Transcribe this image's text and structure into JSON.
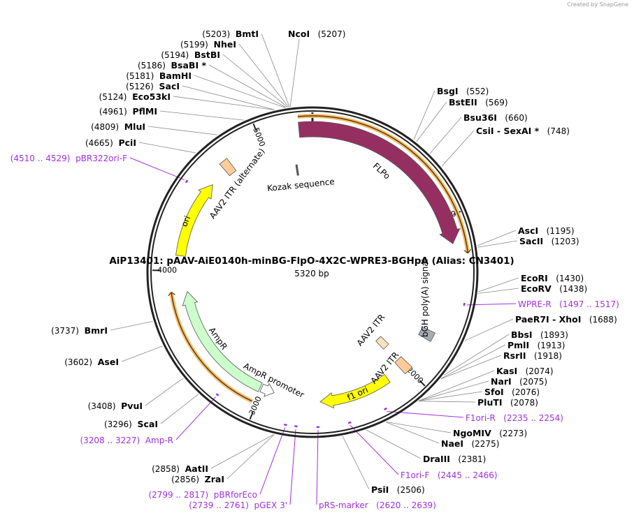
{
  "credit": "Created by SnapGene",
  "title": "AiP13401: pAAV-AiE0140h-minBG-FlpO-4X2C-WPRE3-BGHpA (Alias: CN3401)",
  "length_label": "5320 bp",
  "total_bp": 5320,
  "tick_labels": [
    "1000",
    "2000",
    "3000",
    "4000",
    "5000"
  ],
  "features": [
    {
      "name": "FLPo",
      "start": 5240,
      "end": 1160,
      "color": "#962f61",
      "dir": 1
    },
    {
      "name": "ori",
      "start": 4095,
      "end": 4600,
      "color": "#ffff00",
      "dir": 1
    },
    {
      "name": "AmpR",
      "start": 3020,
      "end": 3860,
      "color": "#ccffcc",
      "dir": 1
    },
    {
      "name": "AmpR promoter",
      "start": 2920,
      "end": 3010,
      "color": "#ffffff",
      "dir": -1
    },
    {
      "name": "f1 ori",
      "start": 2140,
      "end": 2610,
      "color": "#ffff00",
      "dir": 1
    },
    {
      "name": "AAV2 ITR",
      "start": 1975,
      "end": 2035,
      "color": "#ffcc99",
      "dir": 0
    },
    {
      "name": "AAV2 ITR",
      "start": 1970,
      "end": 2030,
      "color": "#ffe0c0",
      "dir": 0
    },
    {
      "name": "bGH poly(A) signal",
      "start": 1720,
      "end": 1780,
      "color": "#a6acb3",
      "dir": 0
    },
    {
      "name": "AAV2 ITR (alternate)",
      "start": 4720,
      "end": 4775,
      "color": "#ffcc99",
      "dir": 0
    },
    {
      "name": "Kozak sequence",
      "start": 5195,
      "end": 5205,
      "color": "#888888",
      "dir": 0
    }
  ],
  "enzymes_left": [
    {
      "name": "BmtI",
      "pos": "(5203)",
      "bp": 5203
    },
    {
      "name": "NheI",
      "pos": "(5199)",
      "bp": 5199
    },
    {
      "name": "BstBI",
      "pos": "(5194)",
      "bp": 5194
    },
    {
      "name": "BsaBI *",
      "pos": "(5186)",
      "bp": 5186
    },
    {
      "name": "BamHI",
      "pos": "(5181)",
      "bp": 5181
    },
    {
      "name": "SacI",
      "pos": "(5126)",
      "bp": 5126
    },
    {
      "name": "Eco53kI",
      "pos": "(5124)",
      "bp": 5124
    },
    {
      "name": "PflMI",
      "pos": "(4961)",
      "bp": 4961
    },
    {
      "name": "MluI",
      "pos": "(4809)",
      "bp": 4809
    },
    {
      "name": "PciI",
      "pos": "(4665)",
      "bp": 4665
    },
    {
      "name": "BmrI",
      "pos": "(3737)",
      "bp": 3737
    },
    {
      "name": "AseI",
      "pos": "(3602)",
      "bp": 3602
    },
    {
      "name": "PvuI",
      "pos": "(3408)",
      "bp": 3408
    },
    {
      "name": "ScaI",
      "pos": "(3296)",
      "bp": 3296
    },
    {
      "name": "AatII",
      "pos": "(2858)",
      "bp": 2858
    },
    {
      "name": "ZraI",
      "pos": "(2856)",
      "bp": 2856
    }
  ],
  "enzymes_right": [
    {
      "name": "NcoI",
      "pos": "(5207)",
      "bp": 5207
    },
    {
      "name": "BsgI",
      "pos": "(552)",
      "bp": 552
    },
    {
      "name": "BstEII",
      "pos": "(569)",
      "bp": 569
    },
    {
      "name": "Bsu36I",
      "pos": "(660)",
      "bp": 660
    },
    {
      "name": "CsiI  -  SexAI *",
      "pos": "(748)",
      "bp": 748
    },
    {
      "name": "AscI",
      "pos": "(1195)",
      "bp": 1195
    },
    {
      "name": "SacII",
      "pos": "(1203)",
      "bp": 1203
    },
    {
      "name": "EcoRI",
      "pos": "(1430)",
      "bp": 1430
    },
    {
      "name": "EcoRV",
      "pos": "(1438)",
      "bp": 1438
    },
    {
      "name": "PaeR7I  -  XhoI",
      "pos": "(1688)",
      "bp": 1688
    },
    {
      "name": "BbsI",
      "pos": "(1893)",
      "bp": 1893
    },
    {
      "name": "PmlI",
      "pos": "(1913)",
      "bp": 1913
    },
    {
      "name": "RsrII",
      "pos": "(1918)",
      "bp": 1918
    },
    {
      "name": "KasI",
      "pos": "(2074)",
      "bp": 2074
    },
    {
      "name": "NarI",
      "pos": "(2075)",
      "bp": 2075
    },
    {
      "name": "SfoI",
      "pos": "(2076)",
      "bp": 2076
    },
    {
      "name": "PluTI",
      "pos": "(2078)",
      "bp": 2078
    },
    {
      "name": "NgoMIV",
      "pos": "(2273)",
      "bp": 2273
    },
    {
      "name": "NaeI",
      "pos": "(2275)",
      "bp": 2275
    },
    {
      "name": "DraIII",
      "pos": "(2381)",
      "bp": 2381
    },
    {
      "name": "PsiI",
      "pos": "(2506)",
      "bp": 2506
    }
  ],
  "primers": [
    {
      "name": "pBR322ori-F",
      "pos": "(4510 .. 4529)",
      "bp": 4520
    },
    {
      "name": "Amp-R",
      "pos": "(3208 .. 3227)",
      "bp": 3218
    },
    {
      "name": "pBRforEco",
      "pos": "(2799 .. 2817)",
      "bp": 2808
    },
    {
      "name": "pGEX 3'",
      "pos": "(2739 .. 2761)",
      "bp": 2750
    },
    {
      "name": "pRS-marker",
      "pos": "(2620 .. 2639)",
      "bp": 2630
    },
    {
      "name": "F1ori-F",
      "pos": "(2445 .. 2466)",
      "bp": 2455
    },
    {
      "name": "F1ori-R",
      "pos": "(2235 .. 2254)",
      "bp": 2245
    },
    {
      "name": "WPRE-R",
      "pos": "(1497 .. 1517)",
      "bp": 1507
    }
  ],
  "colors": {
    "primer": "#a030e0",
    "ring": "#222222",
    "translation_outline": "#f5c070"
  }
}
